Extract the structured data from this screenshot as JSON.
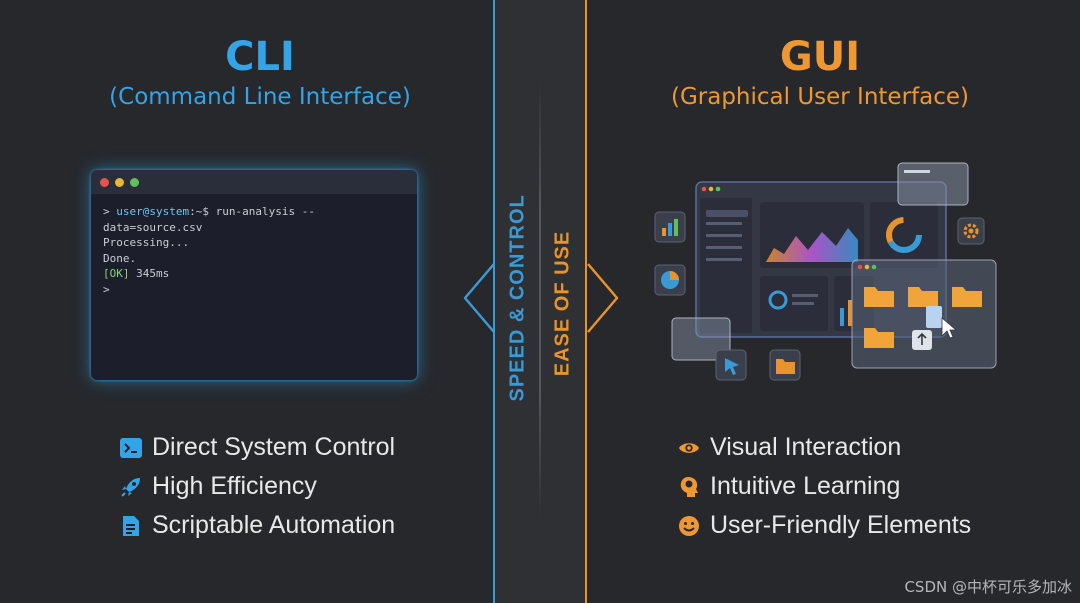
{
  "colors": {
    "background": "#26282c",
    "cli_accent": "#34a4e8",
    "gui_accent": "#ee9834"
  },
  "cli": {
    "title": "CLI",
    "subtitle": "(Command Line Interface)",
    "terminal": {
      "line1_prompt": "> ",
      "line1_user": "user@system",
      "line1_cmd": ":~$ run-analysis --data=source.csv",
      "line2": "Processing...",
      "line3": "Done.",
      "line4_ok": "[OK]",
      "line4_rest": " 345ms",
      "line5": ">"
    },
    "features": [
      {
        "icon": "terminal-icon",
        "label": "Direct System Control"
      },
      {
        "icon": "rocket-icon",
        "label": "High Efficiency"
      },
      {
        "icon": "script-document-icon",
        "label": "Scriptable Automation"
      }
    ]
  },
  "center": {
    "left_label": "SPEED & CONTROL",
    "right_label": "EASE OF USE"
  },
  "gui": {
    "title": "GUI",
    "subtitle": "(Graphical User Interface)",
    "features": [
      {
        "icon": "eye-icon",
        "label": "Visual Interaction"
      },
      {
        "icon": "brain-head-icon",
        "label": "Intuitive Learning"
      },
      {
        "icon": "smiley-icon",
        "label": "User-Friendly Elements"
      }
    ]
  },
  "watermark": "CSDN @中杯可乐多加冰"
}
